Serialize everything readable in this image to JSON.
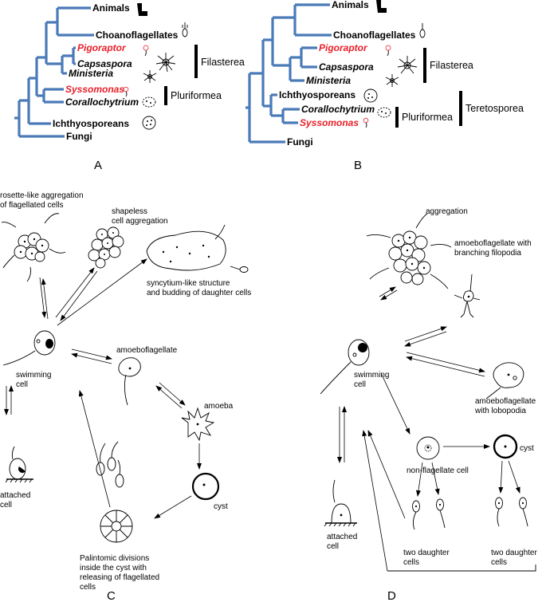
{
  "panels": {
    "A": "A",
    "B": "B",
    "C": "C",
    "D": "D"
  },
  "tree_a": {
    "taxa": [
      {
        "label": "Animals",
        "red": false,
        "italic": false
      },
      {
        "label": "Choanoflagellates",
        "red": false,
        "italic": false
      },
      {
        "label": "Pigoraptor",
        "red": true,
        "italic": true
      },
      {
        "label": "Capsaspora",
        "red": false,
        "italic": true
      },
      {
        "label": "Ministeria",
        "red": false,
        "italic": true
      },
      {
        "label": "Syssomonas",
        "red": true,
        "italic": true
      },
      {
        "label": "Corallochytrium",
        "red": false,
        "italic": true
      },
      {
        "label": "Ichthyosporeans",
        "red": false,
        "italic": false
      },
      {
        "label": "Fungi",
        "red": false,
        "italic": false
      }
    ],
    "groups": [
      "Filasterea",
      "Pluriformea"
    ]
  },
  "tree_b": {
    "taxa": [
      {
        "label": "Animals",
        "red": false,
        "italic": false
      },
      {
        "label": "Choanoflagellates",
        "red": false,
        "italic": false
      },
      {
        "label": "Pigoraptor",
        "red": true,
        "italic": true
      },
      {
        "label": "Capsaspora",
        "red": false,
        "italic": true
      },
      {
        "label": "Ministeria",
        "red": false,
        "italic": true
      },
      {
        "label": "Ichthyosporeans",
        "red": false,
        "italic": false
      },
      {
        "label": "Corallochytrium",
        "red": false,
        "italic": true
      },
      {
        "label": "Syssomonas",
        "red": true,
        "italic": true
      },
      {
        "label": "Fungi",
        "red": false,
        "italic": false
      }
    ],
    "groups": [
      "Filasterea",
      "Pluriformea",
      "Teretosporea"
    ]
  },
  "cycle_c": {
    "rosette": [
      "rosette-like aggregation",
      "of flagellated cells"
    ],
    "shapeless": [
      "shapeless",
      "cell aggregation"
    ],
    "syncytium": [
      "syncytium-like structure",
      "and budding of daughter cells"
    ],
    "swimming": [
      "swimming",
      "cell"
    ],
    "amoeboflagellate": "amoeboflagellate",
    "amoeba": "amoeba",
    "cyst": "cyst",
    "attached": [
      "attached",
      "cell"
    ],
    "palintomic": [
      "Palintomic divisions",
      "inside the cyst with",
      "releasing of flagellated",
      "cells"
    ]
  },
  "cycle_d": {
    "aggregation": "aggregation",
    "branching": [
      "amoeboflagellate with",
      "branching filopodia"
    ],
    "swimming": [
      "swimming",
      "cell"
    ],
    "lobopodia": [
      "amoeboflagellate",
      "with lobopodia"
    ],
    "nonflag": "non-flagellate cell",
    "cyst": "cyst",
    "attached": [
      "attached",
      "cell"
    ],
    "daughters1": [
      "two daughter",
      "cells"
    ],
    "daughters2": [
      "two daughter",
      "cells"
    ]
  },
  "colors": {
    "tree": "#4a7ab8",
    "highlight": "#e8202a"
  }
}
